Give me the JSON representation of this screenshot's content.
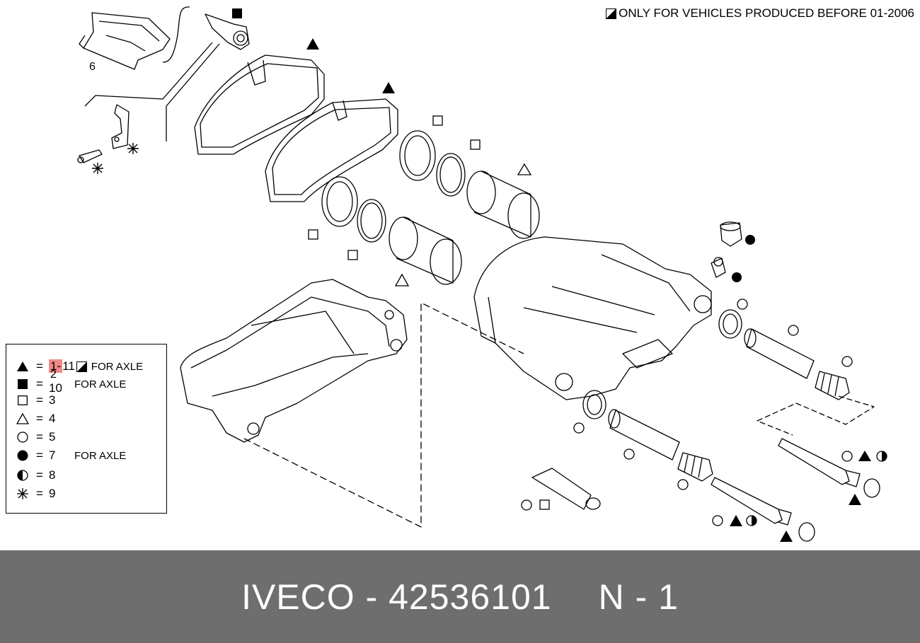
{
  "header_note": "ONLY FOR VEHICLES PRODUCED BEFORE 01-2006",
  "callout_label": "6",
  "legend": {
    "rows": [
      {
        "symbol": "filled-triangle",
        "value": "1-11",
        "value_parts": [
          "1",
          "-",
          "11"
        ],
        "sub_value": "2",
        "note": "FOR AXLE"
      },
      {
        "symbol": "filled-square",
        "value": "10",
        "note": "FOR AXLE"
      },
      {
        "symbol": "open-square",
        "value": "3",
        "note": ""
      },
      {
        "symbol": "open-triangle",
        "value": "4",
        "note": ""
      },
      {
        "symbol": "open-circle",
        "value": "5",
        "note": ""
      },
      {
        "symbol": "filled-circle",
        "value": "7",
        "note": "FOR AXLE"
      },
      {
        "symbol": "half-circle",
        "value": "8",
        "note": ""
      },
      {
        "symbol": "asterisk",
        "value": "9",
        "note": ""
      }
    ],
    "equals": "="
  },
  "footer": {
    "brand": "IVECO",
    "separator": " - ",
    "part_number": "42536101",
    "position": "N - 1"
  },
  "colors": {
    "footer_bg": "#6e6e6e",
    "footer_text": "#ffffff",
    "highlight": "#f08a8a",
    "line": "#000000"
  }
}
